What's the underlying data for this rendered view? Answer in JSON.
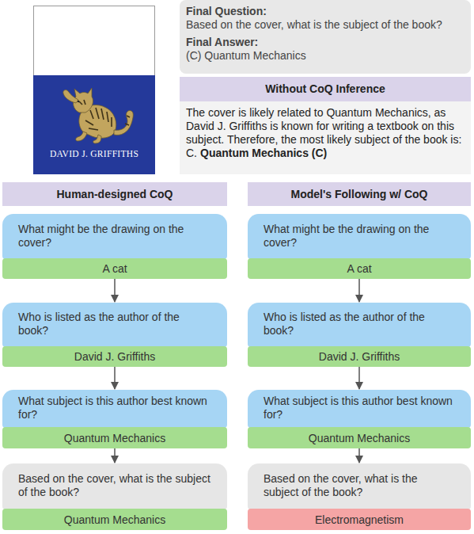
{
  "diagram": {
    "nodes": [
      {
        "text": [
          "Final Question:",
          "Based on the cover, what is the subject of the book?",
          "Final Answer:",
          "(C) Quantum Mechanics"
        ]
      },
      {
        "text": [
          "Without CoQ Inference",
          "The cover is likely related to Quantum Mechanics, as David J. Griffiths is known for writing a textbook on this subject. Therefore, the most likely subject of the book is:",
          "C.",
          "Quantum Mechanics (C)"
        ]
      },
      {
        "text": [
          "Human-designed CoQ"
        ]
      },
      {
        "text": [
          "Model's Following w/ CoQ"
        ]
      },
      {
        "text": [
          "What might be the drawing on the cover?"
        ]
      },
      {
        "text": [
          "A cat"
        ]
      },
      {
        "text": [
          "Who is listed as the author of the book?"
        ]
      },
      {
        "text": [
          "David J. Griffiths"
        ]
      },
      {
        "text": [
          "What subject is this author best known for?"
        ]
      },
      {
        "text": [
          "Quantum Mechanics"
        ]
      },
      {
        "text": [
          "Based on the cover, what is the subject of the book?"
        ]
      },
      {
        "text": [
          "Quantum Mechanics"
        ]
      },
      {
        "text": [
          "What might be the drawing on the cover?"
        ]
      },
      {
        "text": [
          "A cat"
        ]
      },
      {
        "text": [
          "Who is listed as the author of the book?"
        ]
      },
      {
        "text": [
          "David J. Griffiths"
        ]
      },
      {
        "text": [
          "What subject is this author best known for?"
        ]
      },
      {
        "text": [
          "Quantum Mechanics"
        ]
      },
      {
        "text": [
          "Based on the cover, what is the subject of the book?"
        ]
      },
      {
        "text": [
          "Electromagnetism"
        ]
      }
    ],
    "edges": [
      {
        "from": 5,
        "to": 6,
        "arrow": "to"
      },
      {
        "from": 7,
        "to": 8,
        "arrow": "to"
      },
      {
        "from": 9,
        "to": 10,
        "arrow": "to"
      },
      {
        "from": 13,
        "to": 14,
        "arrow": "to"
      },
      {
        "from": 15,
        "to": 16,
        "arrow": "to"
      },
      {
        "from": 17,
        "to": 18,
        "arrow": "to"
      }
    ],
    "labels": [
      "DAVID J. GRIFFITHS"
    ]
  }
}
